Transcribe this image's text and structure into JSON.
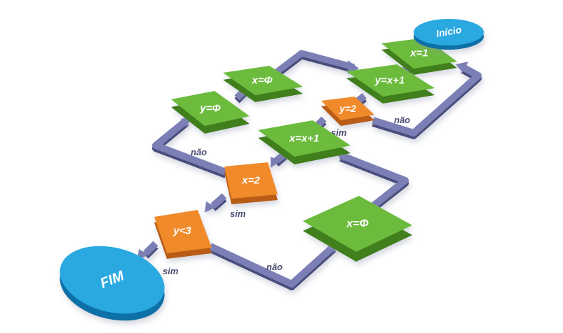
{
  "flowchart": {
    "start": "Início",
    "end": "FIM",
    "processes": {
      "x_eq_1": "x=1",
      "y_eq_x_plus_1": "y=x+1",
      "x_eq_0_top": "x=Φ",
      "y_eq_0": "y=Φ",
      "x_eq_x_plus_1": "x=x+1",
      "x_eq_0_right": "x=Φ"
    },
    "decisions": {
      "y_eq_2": "y=2",
      "x_eq_2": "x=2",
      "y_lt_3": "y<3"
    },
    "edge_labels": {
      "y2_yes": "sim",
      "y2_no": "não",
      "x2_yes": "sim",
      "x2_no": "não",
      "y3_yes": "sim",
      "y3_no": "não"
    }
  },
  "colors": {
    "process_top": "#6cbb3c",
    "process_side": "#3f7f1f",
    "decision_top": "#f08a2c",
    "decision_side": "#b85c12",
    "terminal_top": "#29a9e1",
    "terminal_side": "#0f6fa6",
    "arrow_top": "#7b7fb5",
    "arrow_side": "#4a4e7c",
    "edge_label": "#4a4e72"
  }
}
